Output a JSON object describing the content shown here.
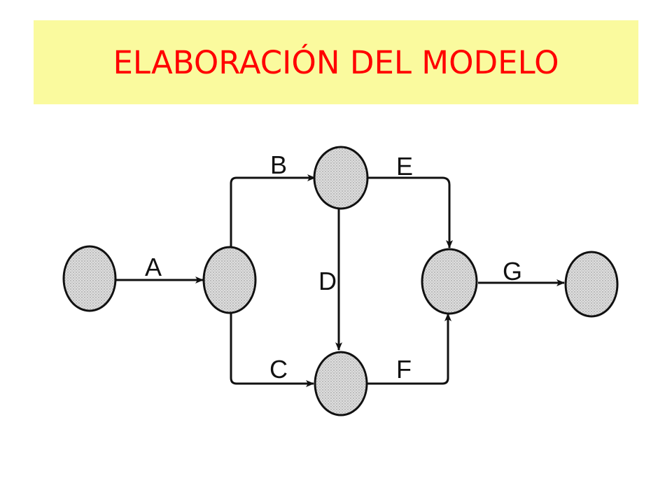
{
  "slide": {
    "title": "ELABORACIÓN DEL MODELO",
    "title_color": "#ff0000",
    "title_background": "#fafa9e"
  },
  "network": {
    "node_fill": "#d4d4d4",
    "edge_color": "#111111",
    "activities": [
      {
        "label": "A",
        "from": "n1",
        "to": "n2"
      },
      {
        "label": "B",
        "from": "n2",
        "to": "n3"
      },
      {
        "label": "C",
        "from": "n2",
        "to": "n4"
      },
      {
        "label": "D",
        "from": "n3",
        "to": "n4"
      },
      {
        "label": "E",
        "from": "n3",
        "to": "n5"
      },
      {
        "label": "F",
        "from": "n4",
        "to": "n5"
      },
      {
        "label": "G",
        "from": "n5",
        "to": "n6"
      }
    ]
  }
}
